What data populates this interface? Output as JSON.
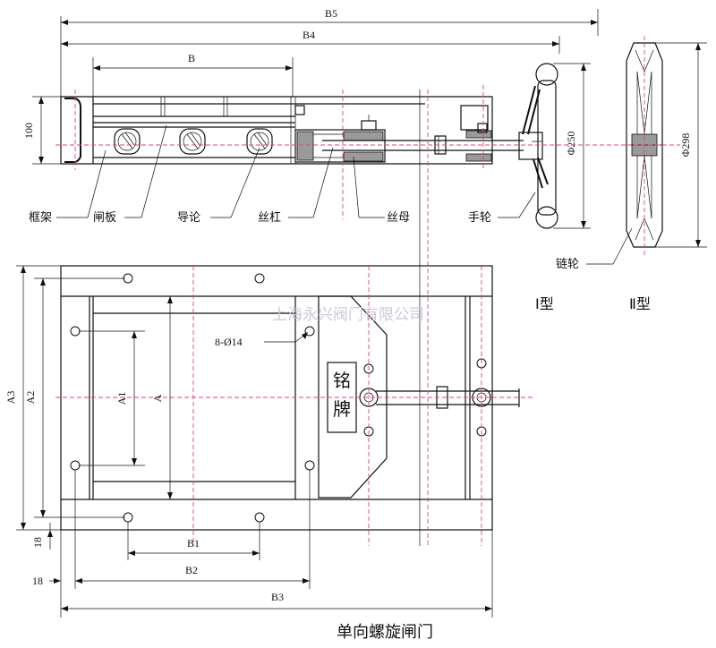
{
  "dimensions": {
    "B5": "B5",
    "B4": "B4",
    "B": "B",
    "h100": "100",
    "phi250": "Φ250",
    "phi298": "Φ298",
    "A3": "A3",
    "A2": "A2",
    "A1": "A1",
    "A": "A",
    "B1": "B1",
    "B2": "B2",
    "B3": "B3",
    "e18a": "18",
    "e18b": "18",
    "holes": "8-Ø14"
  },
  "parts": {
    "frame": "框架",
    "gate_plate": "闸板",
    "guide_wheel": "导论",
    "screw_rod": "丝杠",
    "nut": "丝母",
    "handwheel": "手轮",
    "sprocket": "链轮"
  },
  "types": {
    "type1": "Ⅰ型",
    "type2": "Ⅱ型"
  },
  "nameplate": {
    "char1": "铭",
    "char2": "牌"
  },
  "watermark": "上海永兴阀门有限公司",
  "title": "单向螺旋闸门"
}
